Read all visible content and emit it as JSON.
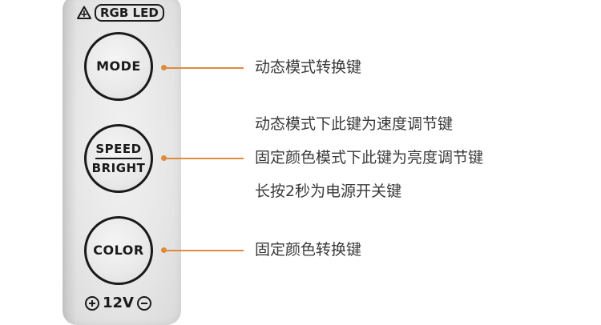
{
  "device": {
    "header_label": "RGB LED",
    "warning_icon": "warning-triangle-icon",
    "power_label": "12V",
    "power_positive_icon": "plus-circle-icon",
    "power_negative_icon": "minus-circle-icon"
  },
  "buttons": {
    "mode": {
      "label": "MODE"
    },
    "speed_bright": {
      "label_top": "SPEED",
      "label_bottom": "BRIGHT"
    },
    "color": {
      "label": "COLOR"
    }
  },
  "annotations": {
    "mode": "动态模式转换键",
    "speed_bright": [
      "动态模式下此键为速度调节键",
      "固定颜色模式下此键为亮度调节键",
      "长按2秒为电源开关键"
    ],
    "color": "固定颜色转换键"
  },
  "colors": {
    "leader_line": "#e08a3c",
    "button_outline": "#1a1a1a",
    "panel": "#e7e7e7"
  }
}
